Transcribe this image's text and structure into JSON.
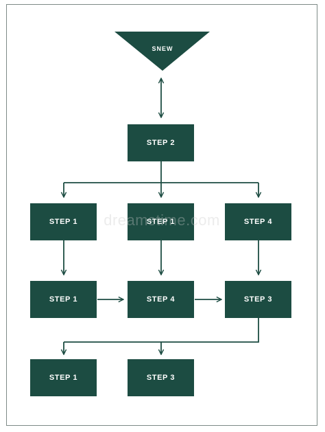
{
  "diagram": {
    "start_label": "SNEW",
    "nodes": {
      "step2": "STEP 2",
      "row1_left": "STEP 1",
      "row1_mid": "STEP 1",
      "row1_right": "STEP 4",
      "row2_left": "STEP 1",
      "row2_mid": "STEP 4",
      "row2_right": "STEP 3",
      "row3_left": "STEP 1",
      "row3_mid": "STEP 3"
    },
    "watermark": "dreamstime.com",
    "colors": {
      "node_fill": "#1c4c42",
      "connector": "#1c4c42",
      "frame": "#7d8a86"
    }
  }
}
